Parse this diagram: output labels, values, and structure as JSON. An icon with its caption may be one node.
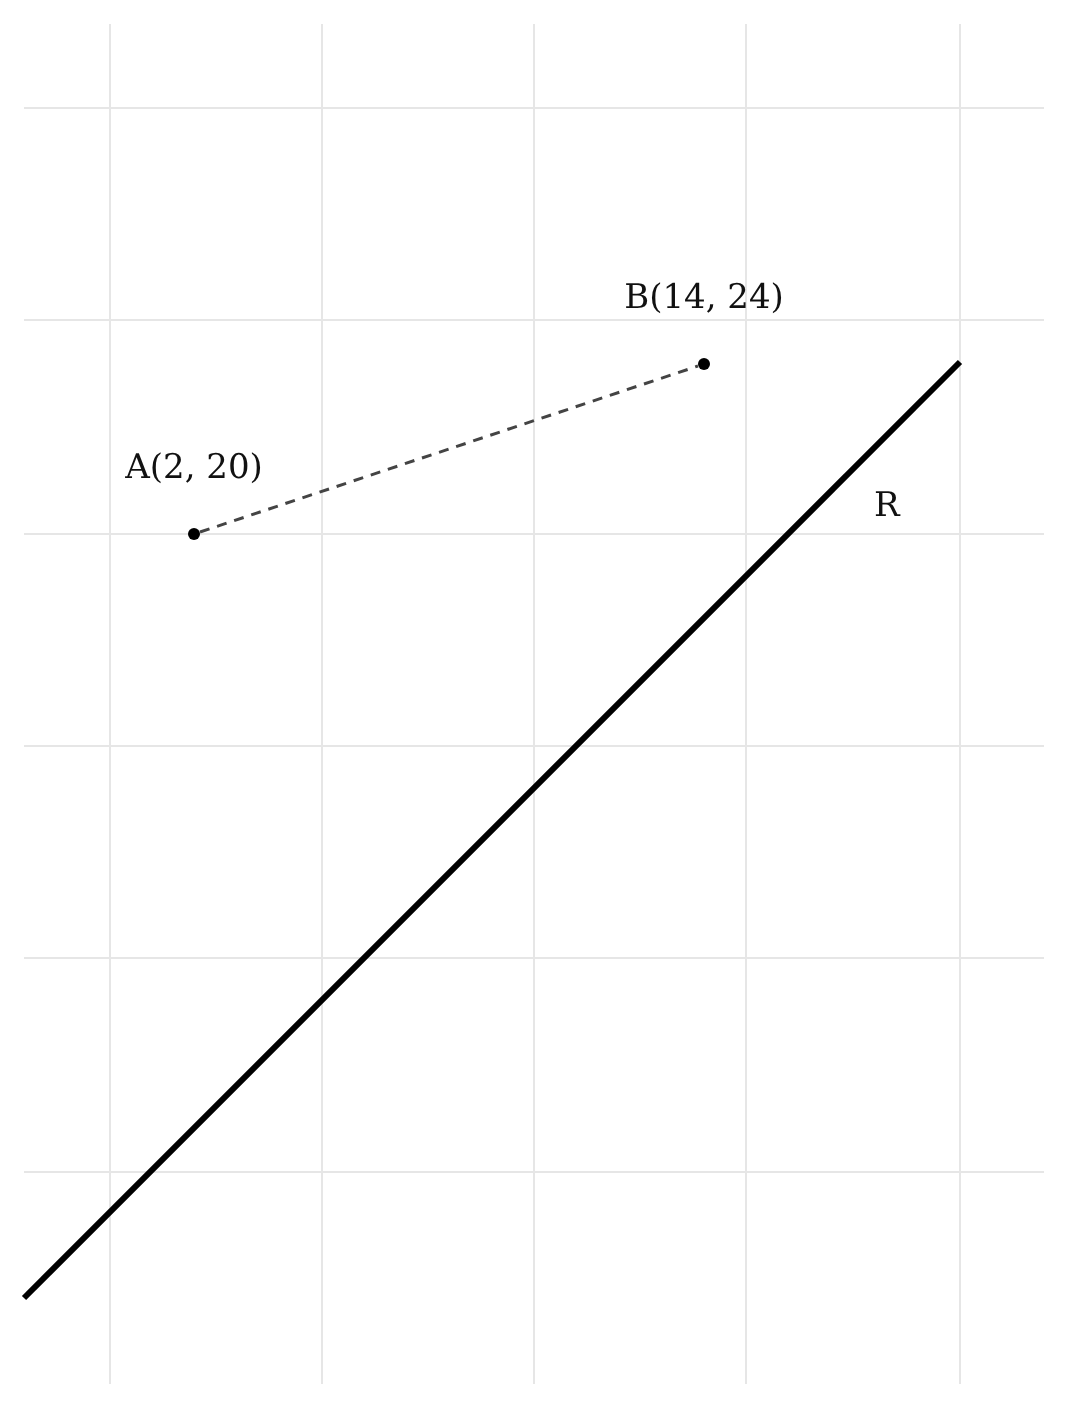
{
  "diagram": {
    "nodes": [
      {
        "text": [
          "A(2, 20)"
        ]
      },
      {
        "text": [
          "B(14, 24)"
        ]
      }
    ],
    "edges": [
      {
        "from": 0,
        "to": 1,
        "arrow": "none",
        "style": "dashed"
      }
    ],
    "labels": [
      "R"
    ]
  }
}
